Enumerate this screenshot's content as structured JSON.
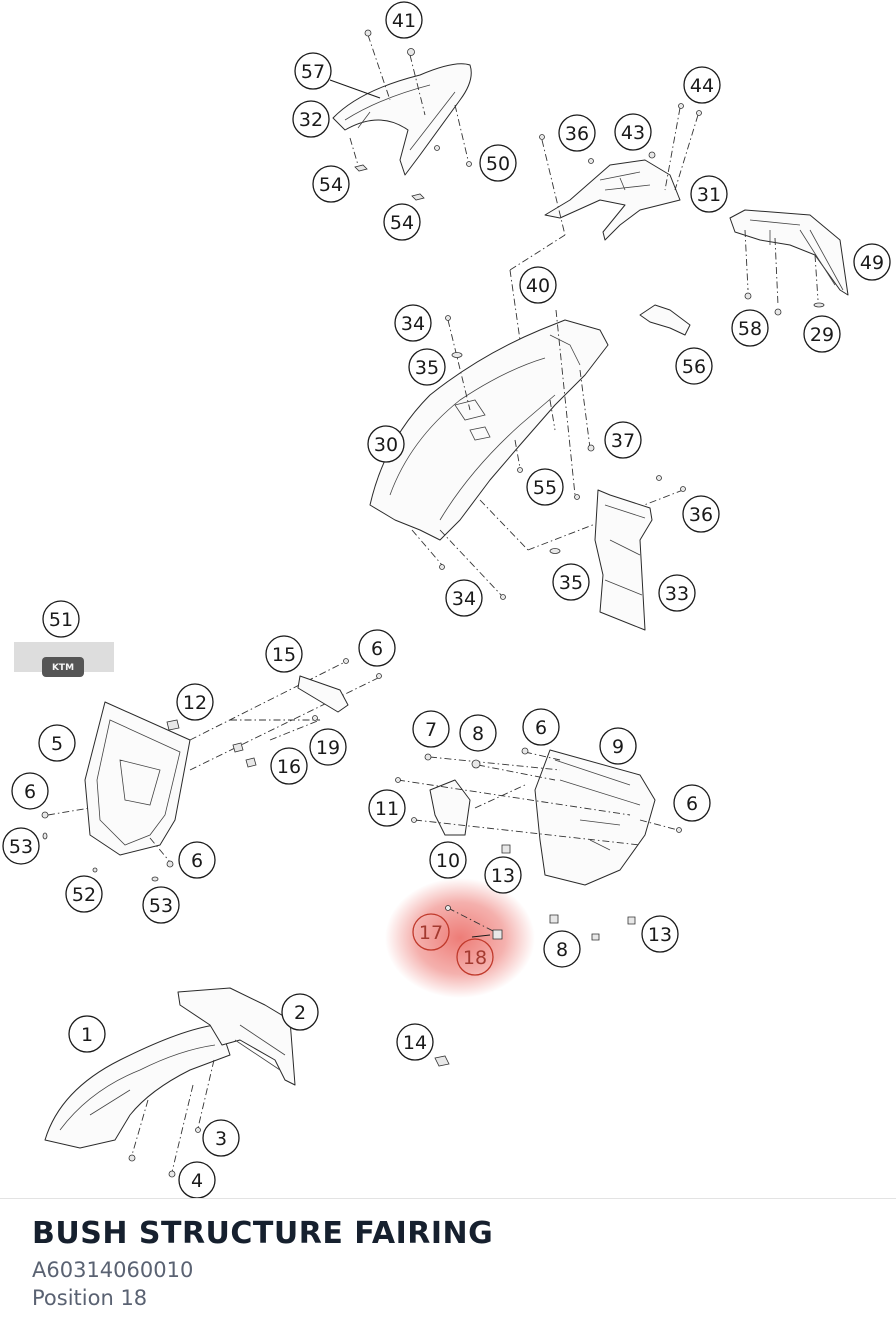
{
  "part": {
    "title": "BUSH STRUCTURE FAIRING",
    "part_number": "A60314060010",
    "position_label": "Position 18"
  },
  "highlight": {
    "color": "#e8514a",
    "numbers": [
      "17",
      "18"
    ]
  },
  "callouts": [
    "41",
    "57",
    "32",
    "54",
    "54",
    "50",
    "44",
    "36",
    "43",
    "31",
    "49",
    "40",
    "58",
    "29",
    "34",
    "35",
    "56",
    "30",
    "37",
    "55",
    "36",
    "35",
    "34",
    "33",
    "51",
    "15",
    "6",
    "12",
    "5",
    "19",
    "16",
    "6",
    "53",
    "52",
    "53",
    "6",
    "7",
    "8",
    "6",
    "9",
    "11",
    "6",
    "10",
    "13",
    "17",
    "18",
    "8",
    "13",
    "1",
    "2",
    "14",
    "3",
    "4"
  ]
}
